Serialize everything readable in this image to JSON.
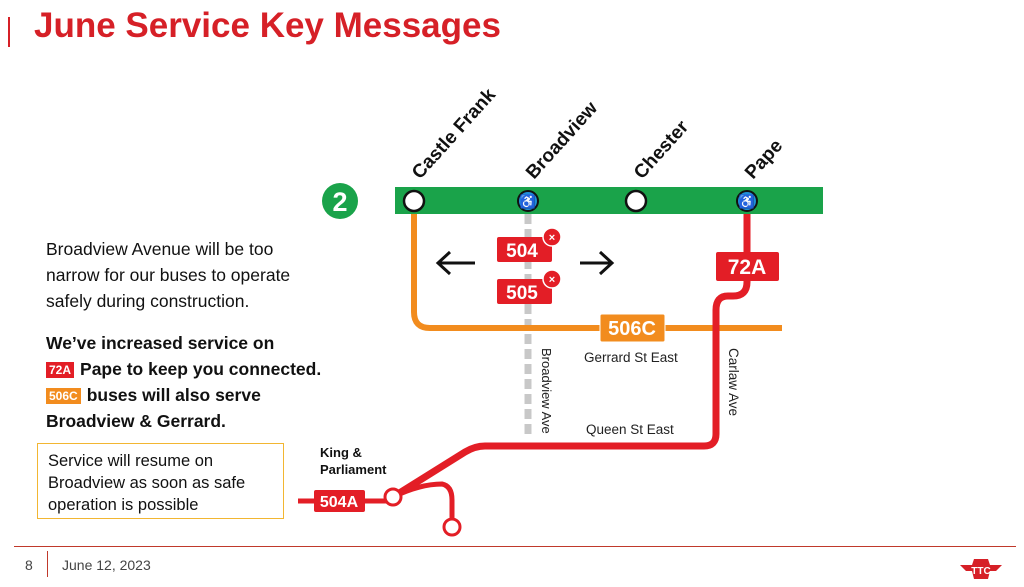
{
  "title": "June Service Key Messages",
  "left_text": {
    "p1": [
      "Broadview Avenue will be too",
      "narrow for our buses to operate",
      "safely during construction."
    ],
    "p2_line1": "We’ve increased service on",
    "p2_line2_chip": "72A",
    "p2_line2": "Pape to keep you connected.",
    "p2_line3_chip": "506C",
    "p2_line3": "buses will also serve",
    "p2_line4": "Broadview & Gerrard."
  },
  "resume_box": [
    "Service will resume on",
    "Broadview as soon as safe",
    "operation is possible"
  ],
  "map": {
    "line_number": "2",
    "stations": [
      "Castle Frank",
      "Broadview",
      "Chester",
      "Pape"
    ],
    "routes": {
      "r504": "504",
      "r505": "505",
      "r72a": "72A",
      "r506c": "506C",
      "r504a": "504A"
    },
    "streets": {
      "broadview": "Broadview Ave",
      "gerrard": "Gerrard St East",
      "queen": "Queen St East",
      "carlaw": "Carlaw Ave"
    },
    "king_parliament": [
      "King &",
      "Parliament"
    ],
    "colors": {
      "green": "#1aa34a",
      "red": "#e31e26",
      "orange": "#f28c1e",
      "grey": "#c8c8c8",
      "access": "#1f8fd6"
    }
  },
  "footer": {
    "page": "8",
    "date": "June 12, 2023"
  }
}
